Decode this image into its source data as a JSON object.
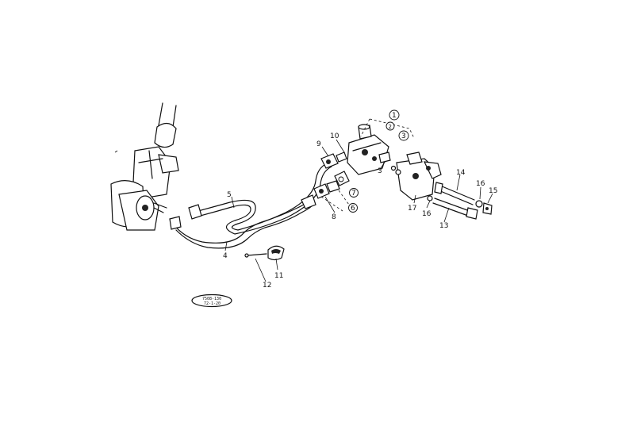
{
  "callouts": [
    {
      "id": "c1",
      "text": "1",
      "circled": true
    },
    {
      "id": "c2",
      "text": "2",
      "circled": true
    },
    {
      "id": "c3",
      "text": "3",
      "circled": true
    },
    {
      "id": "c3b",
      "text": "3",
      "circled": false
    },
    {
      "id": "c4",
      "text": "4",
      "circled": false
    },
    {
      "id": "c5",
      "text": "5",
      "circled": false
    },
    {
      "id": "c6",
      "text": "6",
      "circled": true
    },
    {
      "id": "c7",
      "text": "7",
      "circled": true
    },
    {
      "id": "c8",
      "text": "8",
      "circled": false
    },
    {
      "id": "c9",
      "text": "9",
      "circled": false
    },
    {
      "id": "c10",
      "text": "10",
      "circled": false
    },
    {
      "id": "c11",
      "text": "11",
      "circled": false
    },
    {
      "id": "c12",
      "text": "12",
      "circled": false
    },
    {
      "id": "c13",
      "text": "13",
      "circled": false
    },
    {
      "id": "c14",
      "text": "14",
      "circled": false
    },
    {
      "id": "c15",
      "text": "15",
      "circled": false
    },
    {
      "id": "c16",
      "text": "16",
      "circled": false
    },
    {
      "id": "c16b",
      "text": "16",
      "circled": false
    },
    {
      "id": "c17",
      "text": "17",
      "circled": false
    }
  ],
  "stamp": {
    "line1": "7508-130",
    "line2": "72-1-20"
  }
}
